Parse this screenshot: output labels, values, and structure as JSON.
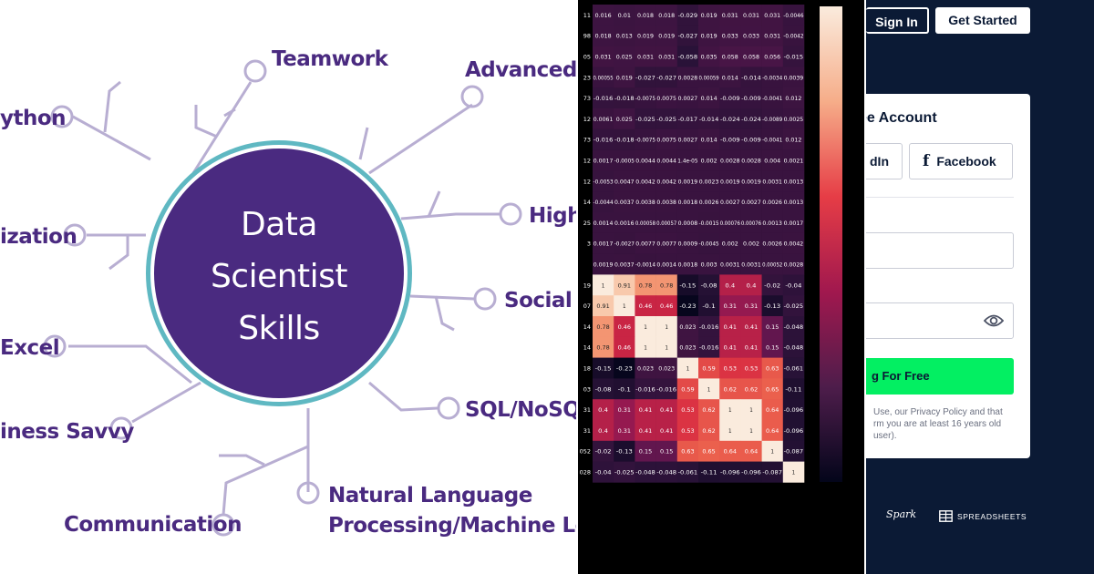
{
  "mindmap": {
    "center_lines": [
      "Data",
      "Scientist",
      "Skills"
    ],
    "labels": [
      "Teamwork",
      "Advanced St",
      "ython",
      "ization",
      "High-",
      "Social M",
      "Excel",
      "SQL/NoSQL",
      "iness Savvy",
      "Communication",
      "Natural Language",
      "Processing/Machine Learnin"
    ],
    "colors": {
      "ring": "#4a2a80",
      "ring_outline": "#5fb8c2",
      "branch": "#b8aed2",
      "label": "#4a2a80"
    }
  },
  "heatmap": {
    "colormap": "rocket",
    "row_prefixes": [
      "11",
      "98",
      "05",
      "23",
      "73",
      "12",
      "73",
      "12",
      "12",
      "14",
      "25",
      "3",
      "",
      "19",
      "07",
      "14",
      "14",
      "18",
      "03",
      "31",
      "31",
      "052",
      "028"
    ],
    "rows": [
      [
        "0.016",
        "0.01",
        "0.018",
        "0.018",
        "-0.029",
        "0.019",
        "0.031",
        "0.031",
        "0.031",
        "-0.0046"
      ],
      [
        "0.018",
        "0.013",
        "0.019",
        "0.019",
        "-0.027",
        "0.019",
        "0.033",
        "0.033",
        "0.031",
        "-0.0042"
      ],
      [
        "0.031",
        "0.025",
        "0.031",
        "0.031",
        "-0.058",
        "0.035",
        "0.058",
        "0.058",
        "0.056",
        "-0.015"
      ],
      [
        "0.00055",
        "0.019",
        "-0.027",
        "-0.027",
        "0.0028",
        "0.00059",
        "0.014",
        "-0.014",
        "-0.0034",
        "0.0039"
      ],
      [
        "-0.016",
        "-0.018",
        "-0.0075",
        "0.0075",
        "0.0027",
        "0.014",
        "-0.009",
        "-0.009",
        "-0.0041",
        "0.012"
      ],
      [
        "0.0061",
        "0.025",
        "-0.025",
        "-0.025",
        "-0.017",
        "-0.014",
        "-0.024",
        "-0.024",
        "-0.0089",
        "0.0025"
      ],
      [
        "-0.016",
        "-0.018",
        "-0.0075",
        "0.0075",
        "0.0027",
        "0.014",
        "-0.009",
        "-0.009",
        "-0.0041",
        "0.012"
      ],
      [
        "0.0017",
        "-0.0005",
        "0.0044",
        "0.0044",
        "1.4e-05",
        "0.002",
        "0.0028",
        "0.0028",
        "0.004",
        "0.0021"
      ],
      [
        "-0.0053",
        "0.0047",
        "0.0042",
        "0.0042",
        "0.0019",
        "0.0023",
        "0.0019",
        "0.0019",
        "0.0031",
        "0.0013"
      ],
      [
        "-0.0044",
        "0.0037",
        "0.0038",
        "0.0038",
        "0.0018",
        "0.0026",
        "0.0027",
        "0.0027",
        "0.0026",
        "0.0013"
      ],
      [
        "0.0014",
        "0.0016",
        "0.00058",
        "0.00057",
        "0.0008",
        "-0.0015",
        "0.00076",
        "0.00076",
        "0.0013",
        "0.0017"
      ],
      [
        "0.0017",
        "-0.0027",
        "0.0077",
        "0.0077",
        "0.0009",
        "-0.0045",
        "0.002",
        "0.002",
        "0.0026",
        "0.0042"
      ],
      [
        "0.0019",
        "0.0037",
        "-0.0014",
        "0.0014",
        "0.0018",
        "0.003",
        "0.0031",
        "0.0031",
        "0.00052",
        "0.0028"
      ],
      [
        "1",
        "0.91",
        "0.78",
        "0.78",
        "-0.15",
        "-0.08",
        "0.4",
        "0.4",
        "-0.02",
        "-0.04"
      ],
      [
        "0.91",
        "1",
        "0.46",
        "0.46",
        "-0.23",
        "-0.1",
        "0.31",
        "0.31",
        "-0.13",
        "-0.025"
      ],
      [
        "0.78",
        "0.46",
        "1",
        "1",
        "0.023",
        "-0.016",
        "0.41",
        "0.41",
        "0.15",
        "-0.048"
      ],
      [
        "0.78",
        "0.46",
        "1",
        "1",
        "0.023",
        "-0.016",
        "0.41",
        "0.41",
        "0.15",
        "-0.048"
      ],
      [
        "-0.15",
        "-0.23",
        "0.023",
        "0.023",
        "1",
        "0.59",
        "0.53",
        "0.53",
        "0.63",
        "-0.061"
      ],
      [
        "-0.08",
        "-0.1",
        "-0.016",
        "-0.016",
        "0.59",
        "1",
        "0.62",
        "0.62",
        "0.65",
        "-0.11"
      ],
      [
        "0.4",
        "0.31",
        "0.41",
        "0.41",
        "0.53",
        "0.62",
        "1",
        "1",
        "0.64",
        "-0.096"
      ],
      [
        "0.4",
        "0.31",
        "0.41",
        "0.41",
        "0.53",
        "0.62",
        "1",
        "1",
        "0.64",
        "-0.096"
      ],
      [
        "-0.02",
        "-0.13",
        "0.15",
        "0.15",
        "0.63",
        "0.65",
        "0.64",
        "0.64",
        "1",
        "-0.087"
      ],
      [
        "-0.04",
        "-0.025",
        "-0.048",
        "-0.048",
        "-0.061",
        "-0.11",
        "-0.096",
        "-0.096",
        "-0.087",
        "1"
      ]
    ]
  },
  "signup": {
    "signin_label": "Sign In",
    "getstarted_label": "Get Started",
    "card_title": "ee Account",
    "linkedin_label": "dIn",
    "facebook_label": "Facebook",
    "email_placeholder": "",
    "password_placeholder": "",
    "submit_label": "g For Free",
    "legal_lines": [
      "Use, our Privacy Policy and that",
      "rm you are at least 16 years old",
      "user)."
    ],
    "brand_spark": "Spark",
    "brand_sheets": "SPREADSHEETS",
    "colors": {
      "background": "#0b1a35",
      "accent_green": "#03ef62"
    }
  }
}
